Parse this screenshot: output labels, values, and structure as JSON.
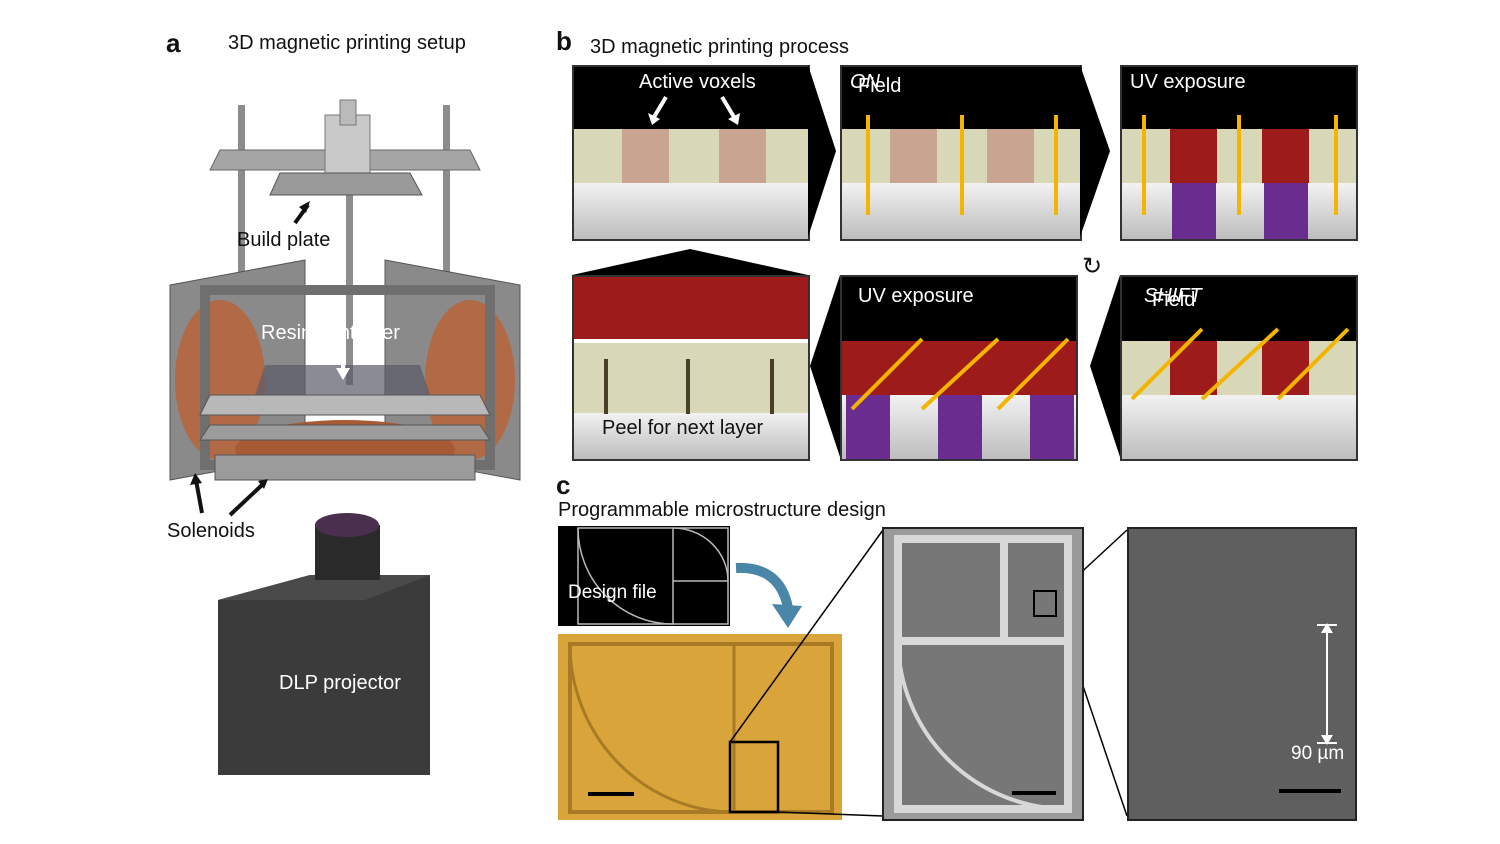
{
  "panel_a": {
    "letter": "a",
    "title": "3D magnetic printing setup",
    "labels": {
      "build_plate": "Build plate",
      "resin_container": "Resin container",
      "solenoids": "Solenoids",
      "dlp_projector": "DLP projector"
    }
  },
  "panel_b": {
    "letter": "b",
    "title": "3D magnetic printing process",
    "steps": {
      "s1": "Active voxels",
      "s2_prefix": "Field ",
      "s2_emph": "ON",
      "s3": "UV exposure",
      "s4_prefix": "Field ",
      "s4_emph": "SHIFT",
      "s5": "UV exposure",
      "s6": "Peel for next layer"
    },
    "cycle_symbol": "↻"
  },
  "panel_c": {
    "letter": "c",
    "title": "Programmable microstructure design",
    "design_file": "Design file",
    "scale_label": "90 µm"
  },
  "colors": {
    "arrow_yellow": "#f4b400",
    "cured_red": "#9e1b1b",
    "uv_purple": "#6a2c8e",
    "resin_tan": "#d8d8b8",
    "print_gold": "#d9a43a"
  }
}
